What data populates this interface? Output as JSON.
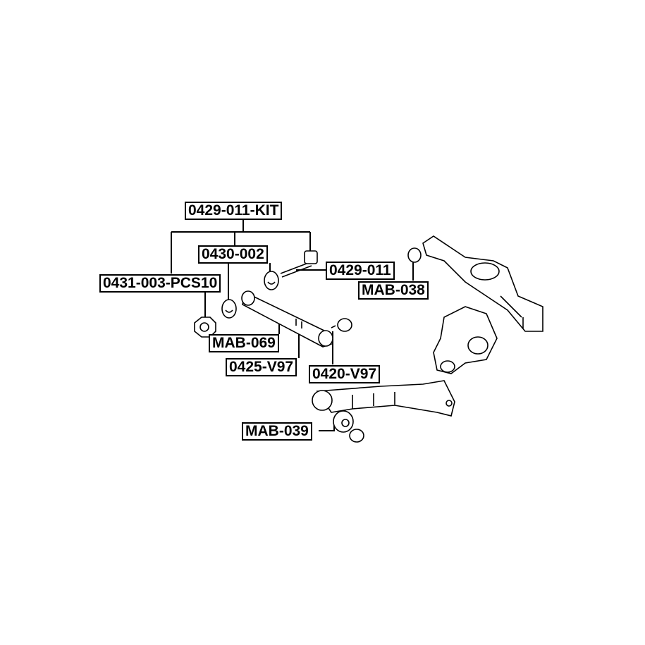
{
  "labels": {
    "kit": "0429-011-KIT",
    "p0430_002": "0430-002",
    "p0431_003": "0431-003-PCS10",
    "p0429_011": "0429-011",
    "mab038": "MAB-038",
    "mab069": "MAB-069",
    "p0425_v97": "0425-V97",
    "p0420_v97": "0420-V97",
    "mab039": "MAB-039"
  }
}
